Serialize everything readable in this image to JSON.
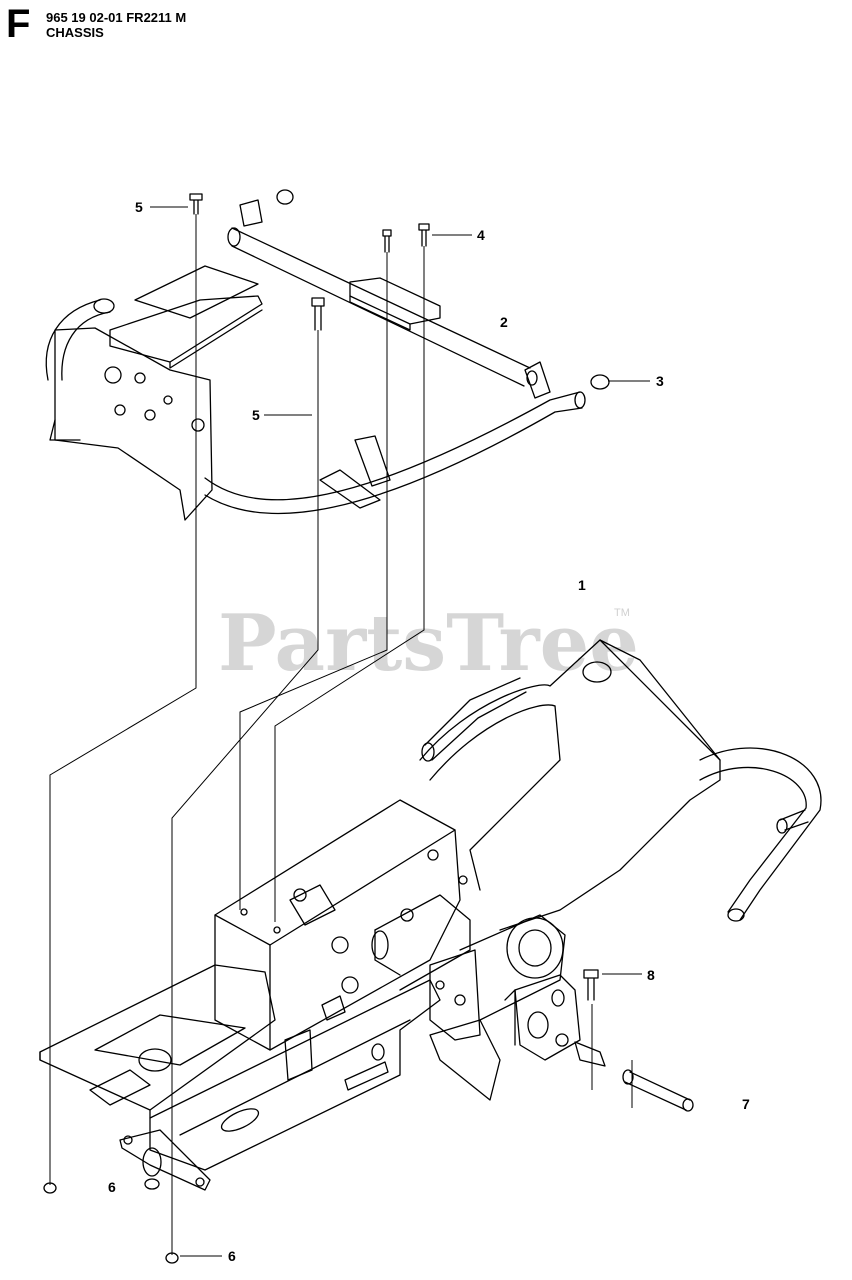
{
  "header": {
    "section_letter": "F",
    "line1": "965 19 02-01 FR2211 M",
    "line2": "CHASSIS"
  },
  "watermark": {
    "text": "PartsTree",
    "trademark": "TM"
  },
  "callouts": [
    {
      "id": "5a",
      "label": "5"
    },
    {
      "id": "4",
      "label": "4"
    },
    {
      "id": "2",
      "label": "2"
    },
    {
      "id": "3",
      "label": "3"
    },
    {
      "id": "5b",
      "label": "5"
    },
    {
      "id": "1",
      "label": "1"
    },
    {
      "id": "8",
      "label": "8"
    },
    {
      "id": "7",
      "label": "7"
    },
    {
      "id": "6a",
      "label": "6"
    },
    {
      "id": "6b",
      "label": "6"
    }
  ]
}
